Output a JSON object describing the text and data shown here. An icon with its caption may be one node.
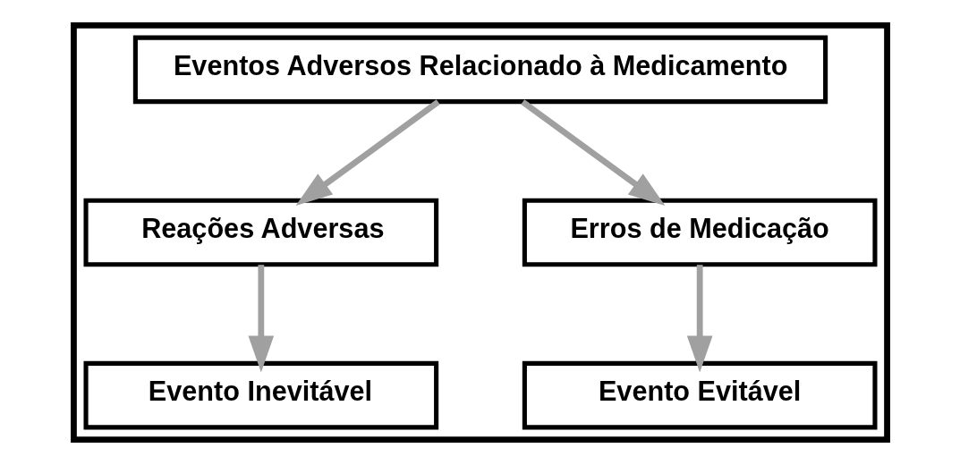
{
  "diagram": {
    "nodes": [
      {
        "text": [],
        "shape": "box"
      },
      {
        "text": [
          "Eventos Adversos Relacionado à Medicamento"
        ],
        "in": 0
      },
      {
        "text": [
          "Reações Adversas"
        ],
        "in": 0
      },
      {
        "text": [
          "Erros de Medicação"
        ],
        "in": 0
      },
      {
        "text": [
          "Evento Inevitável"
        ],
        "in": 0
      },
      {
        "text": [
          "Evento Evitável"
        ],
        "in": 0
      }
    ],
    "edges": [
      {
        "from": 1,
        "to": 2,
        "arrow": "to"
      },
      {
        "from": 1,
        "to": 3,
        "arrow": "to"
      },
      {
        "from": 2,
        "to": 4,
        "arrow": "to"
      },
      {
        "from": 3,
        "to": 5,
        "arrow": "to"
      }
    ]
  }
}
